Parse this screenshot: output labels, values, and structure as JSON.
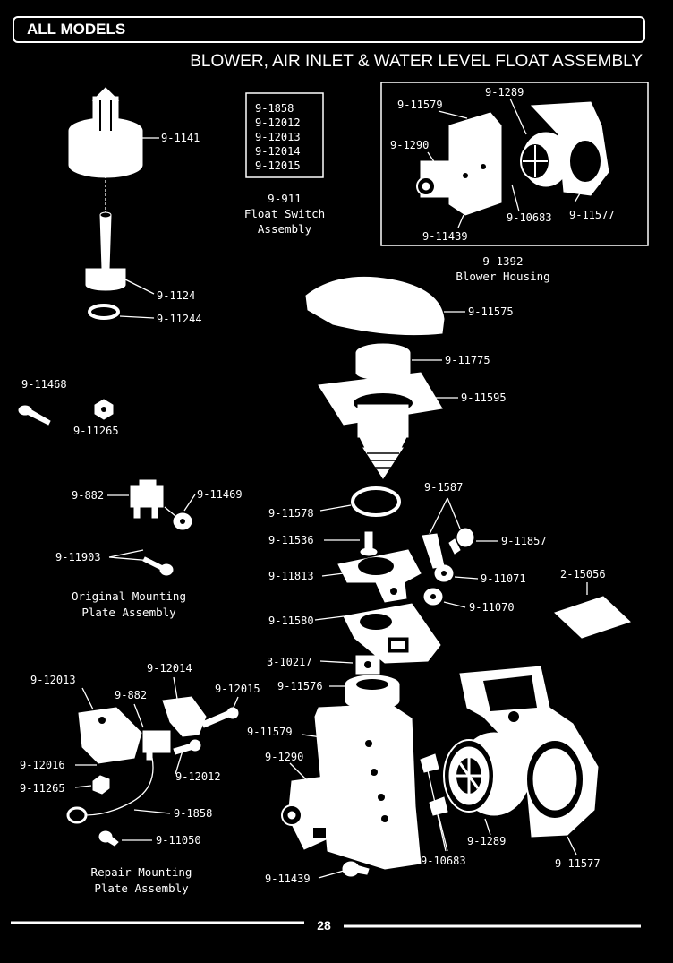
{
  "header": {
    "title": "ALL MODELS"
  },
  "subtitle": "BLOWER, AIR INLET & WATER LEVEL FLOAT ASSEMBLY",
  "float_switch_box": {
    "items": [
      "9-1858",
      "9-12012",
      "9-12013",
      "9-12014",
      "9-12015"
    ]
  },
  "captions": {
    "float_switch": [
      "9-911",
      "Float Switch",
      "Assembly"
    ],
    "blower_housing": [
      "9-1392",
      "Blower Housing"
    ],
    "original_plate": [
      "Original Mounting",
      "Plate Assembly"
    ],
    "repair_plate": [
      "Repair Mounting",
      "Plate Assembly"
    ]
  },
  "labels": {
    "p1141": "9-1141",
    "p1124": "9-1124",
    "p11244": "9-11244",
    "p11468": "9-11468",
    "p11265a": "9-11265",
    "p882a": "9-882",
    "p11469": "9-11469",
    "p11903": "9-11903",
    "i11579": "9-11579",
    "i1289": "9-1289",
    "i1290": "9-1290",
    "i10683": "9-10683",
    "i11577": "9-11577",
    "i11439": "9-11439",
    "p11575": "9-11575",
    "p11775": "9-11775",
    "p11595": "9-11595",
    "p11578": "9-11578",
    "p1587": "9-1587",
    "p11536": "9-11536",
    "p11857": "9-11857",
    "p11813": "9-11813",
    "p11071": "9-11071",
    "p15056": "2-15056",
    "p11580": "9-11580",
    "p11070": "9-11070",
    "p10217": "3-10217",
    "p11576": "9-11576",
    "p12013": "9-12013",
    "p12014": "9-12014",
    "p882b": "9-882",
    "p12015": "9-12015",
    "p11579": "9-11579",
    "p1290": "9-1290",
    "p12016": "9-12016",
    "p12012": "9-12012",
    "p11265b": "9-11265",
    "p1858": "9-1858",
    "p11050": "9-11050",
    "p1289": "9-1289",
    "p11577": "9-11577",
    "p10683": "9-10683",
    "p11439": "9-11439"
  },
  "footer": {
    "page_number": "28"
  }
}
